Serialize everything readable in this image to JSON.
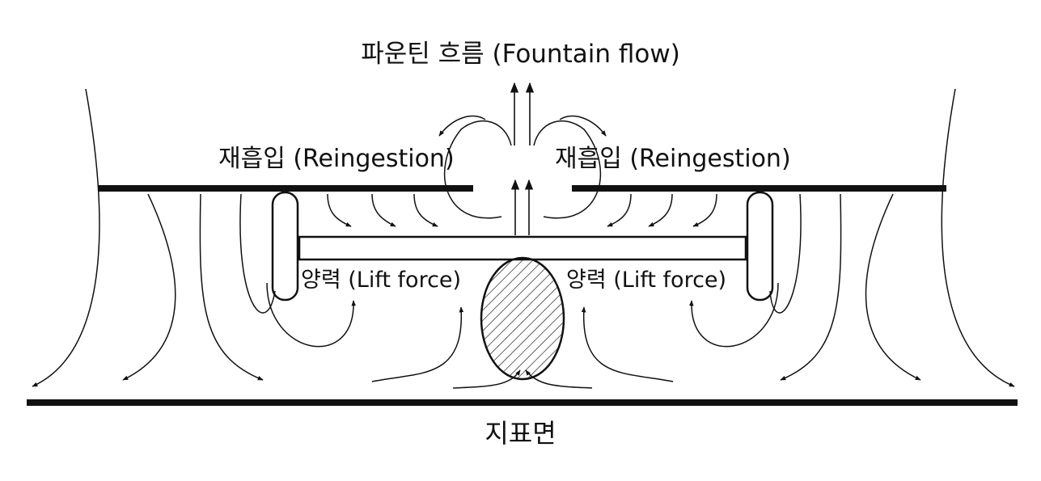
{
  "labels": {
    "fountain_flow": "파운틴 흐름 (Fountain flow)",
    "reingestion_left": "재흡입 (Reingestion)",
    "reingestion_right": "재흡입 (Reingestion)",
    "lift_force_left": "양력 (Lift force)",
    "lift_force_right": "양력 (Lift force)",
    "ground": "지표면"
  },
  "colors": {
    "stroke": "#111111",
    "background": "#ffffff"
  }
}
